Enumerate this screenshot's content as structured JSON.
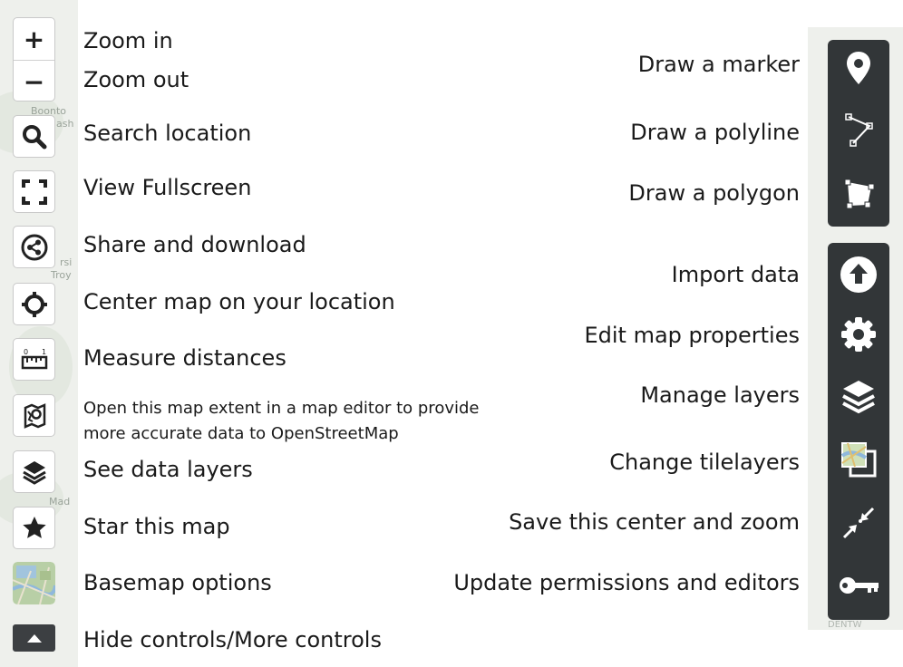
{
  "map_background": {
    "left_labels": [
      "Boonto",
      "ash",
      "rsi",
      "Troy",
      "Mad"
    ],
    "right_label": "DENTW"
  },
  "left_controls": {
    "zoom_in": {
      "symbol": "+",
      "label": "Zoom in"
    },
    "zoom_out": {
      "symbol": "−",
      "label": "Zoom out"
    },
    "items": [
      {
        "icon": "search-icon",
        "label": "Search location"
      },
      {
        "icon": "fullscreen-icon",
        "label": "View Fullscreen"
      },
      {
        "icon": "share-icon",
        "label": "Share and download"
      },
      {
        "icon": "locate-icon",
        "label": "Center map on your location"
      },
      {
        "icon": "ruler-icon",
        "label": "Measure distances"
      },
      {
        "icon": "map-editor-icon",
        "label": "Open this map extent in a map editor to provide more accurate data to OpenStreetMap"
      },
      {
        "icon": "layers-icon",
        "label": "See data layers"
      },
      {
        "icon": "star-icon",
        "label": "Star this map"
      },
      {
        "icon": "basemap-thumbnail-icon",
        "label": "Basemap options"
      },
      {
        "icon": "triangle-up-icon",
        "label": "Hide controls/More controls"
      }
    ]
  },
  "right_controls": {
    "draw_tools": [
      {
        "icon": "marker-icon",
        "label": "Draw a marker"
      },
      {
        "icon": "polyline-icon",
        "label": "Draw a polyline"
      },
      {
        "icon": "polygon-icon",
        "label": "Draw a polygon"
      }
    ],
    "edit_tools": [
      {
        "icon": "upload-icon",
        "label": "Import data"
      },
      {
        "icon": "gear-icon",
        "label": "Edit map properties"
      },
      {
        "icon": "layers-icon",
        "label": "Manage layers"
      },
      {
        "icon": "tilelayers-icon",
        "label": "Change tilelayers"
      },
      {
        "icon": "center-zoom-icon",
        "label": "Save this center and zoom"
      },
      {
        "icon": "key-icon",
        "label": "Update permissions and editors"
      }
    ]
  },
  "colors": {
    "panel": "#323638",
    "icon_light": "#ffffff",
    "map_bg": "#eef0ec",
    "text": "#1a1a1a"
  }
}
